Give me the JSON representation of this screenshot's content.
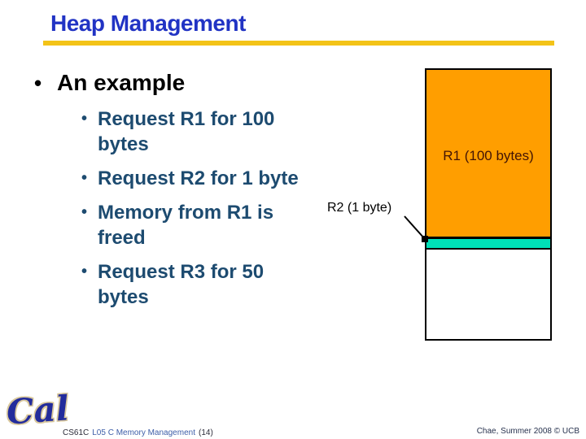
{
  "slide": {
    "title": "Heap Management",
    "bullet_char": "•",
    "level1": "An example",
    "items": [
      {
        "lines": [
          "Request R1 for 100",
          "bytes"
        ]
      },
      {
        "lines": [
          "Request R2 for 1 byte"
        ]
      },
      {
        "lines": [
          "Memory from R1 is",
          "freed"
        ]
      },
      {
        "lines": [
          "Request R3 for 50",
          "bytes"
        ]
      }
    ],
    "diagram": {
      "r1_label": "R1 (100 bytes)",
      "r2_label": "R2 (1 byte)"
    },
    "footer": {
      "logo_text": "Cal",
      "course_prefix": "CS61C",
      "course_title": "L05 C Memory Management",
      "page_number": "(14)",
      "credit": "Chae, Summer 2008 © UCB"
    },
    "colors": {
      "title_blue": "#2133C4",
      "gold_rule": "#F3C318",
      "body_blue": "#1D4B70",
      "heap_orange": "#FF9E00",
      "heap_teal": "#00E0B8",
      "r1_label_text": "#431505",
      "footer_link_blue": "#3E5EA8",
      "footer_dark": "#2B2B38",
      "credit_color": "#27324E",
      "logo_blue": "#232C9C",
      "logo_outline": "#D8C79C"
    }
  }
}
